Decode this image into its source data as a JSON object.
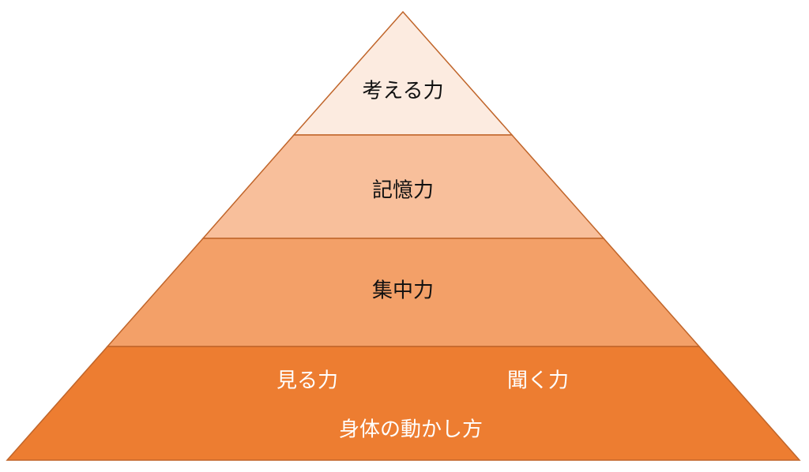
{
  "title": "pyramid diagram",
  "outline_color": "#C0652A",
  "layers": [
    {
      "label": "考える力",
      "color": "#FCEBE0"
    },
    {
      "label": "記憶力",
      "color": "#F8BF9B"
    },
    {
      "label": "集中力",
      "color": "#F3A068"
    },
    {
      "labels": [
        "見る力",
        "聞く力",
        "身体の動かし方"
      ],
      "color": "#ED7D31"
    }
  ]
}
